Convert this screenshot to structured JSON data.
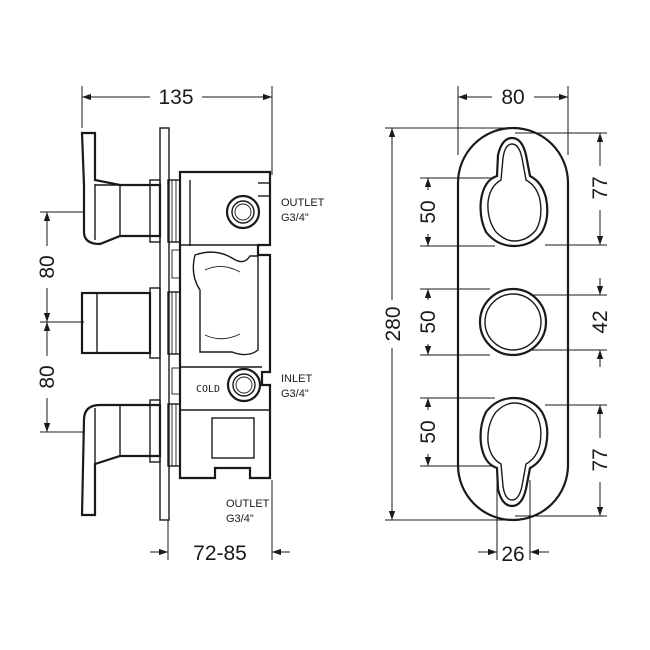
{
  "side_view": {
    "overall_width": "135",
    "handle_spacing_top": "80",
    "handle_spacing_bottom": "80",
    "depth_range": "72-85",
    "outlet_top_label": "OUTLET",
    "outlet_top_size": "G3/4\"",
    "inlet_label": "INLET",
    "inlet_size": "G3/4\"",
    "cold_label": "COLD",
    "outlet_bottom_label": "OUTLET",
    "outlet_bottom_size": "G3/4\""
  },
  "front_view": {
    "plate_width": "80",
    "plate_height": "280",
    "handle_top_dia": "50",
    "handle_mid_dia": "50",
    "handle_bottom_dia": "50",
    "top_span": "77",
    "mid_span": "42",
    "bottom_span": "77",
    "bottom_spacing": "26"
  }
}
